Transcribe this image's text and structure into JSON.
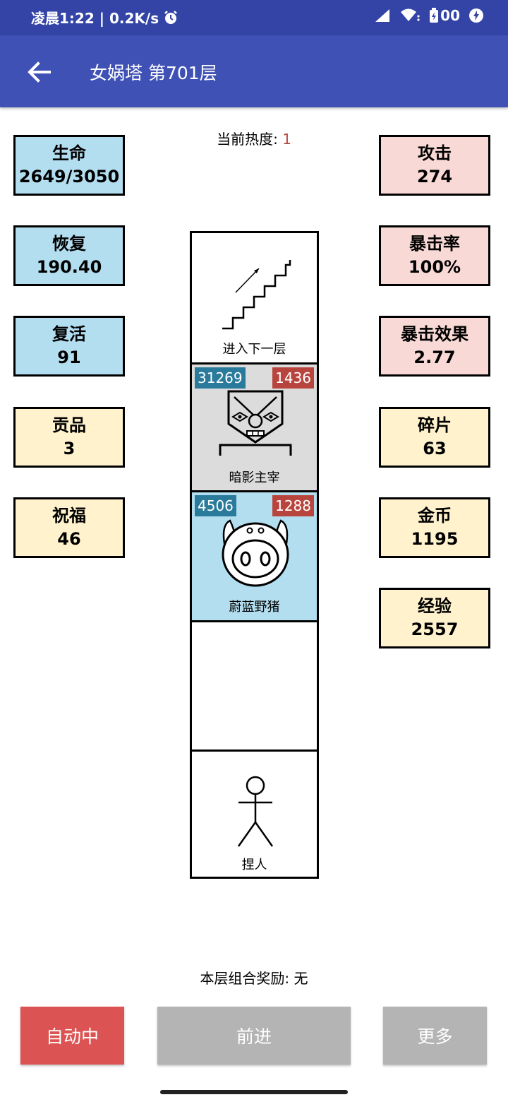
{
  "status_bar": {
    "time_speed": "凌晨1:22 | 0.2K/s",
    "battery": "00"
  },
  "app_bar": {
    "title": "女娲塔 第701层"
  },
  "heat": {
    "label": "当前热度:",
    "value": "1"
  },
  "stats_left": [
    {
      "name": "生命",
      "value": "2649/3050"
    },
    {
      "name": "恢复",
      "value": "190.40"
    },
    {
      "name": "复活",
      "value": "91"
    },
    {
      "name": "贡品",
      "value": "3"
    },
    {
      "name": "祝福",
      "value": "46"
    }
  ],
  "stats_right": [
    {
      "name": "攻击",
      "value": "274"
    },
    {
      "name": "暴击率",
      "value": "100%"
    },
    {
      "name": "暴击效果",
      "value": "2.77"
    },
    {
      "name": "碎片",
      "value": "63"
    },
    {
      "name": "金币",
      "value": "1195"
    },
    {
      "name": "经验",
      "value": "2557"
    }
  ],
  "tower": {
    "stairs_label": "进入下一层",
    "boss": {
      "name": "暗影主宰",
      "hp": "31269",
      "atk": "1436"
    },
    "pig": {
      "name": "蔚蓝野猪",
      "hp": "4506",
      "atk": "1288"
    },
    "player_label": "捏人"
  },
  "combo_reward": "本层组合奖励: 无",
  "buttons": {
    "auto": "自动中",
    "forward": "前进",
    "more": "更多"
  },
  "colors": {
    "status_bar": "#3344a6",
    "app_bar": "#3f51b5",
    "stat_blue": "#b3def0",
    "stat_pink": "#f8d9d5",
    "stat_cream": "#fff2cc",
    "auto_button": "#db5353",
    "disabled_button": "#b4b4b4",
    "hp_tag": "#2a7a9c",
    "atk_tag": "#b8453d"
  }
}
